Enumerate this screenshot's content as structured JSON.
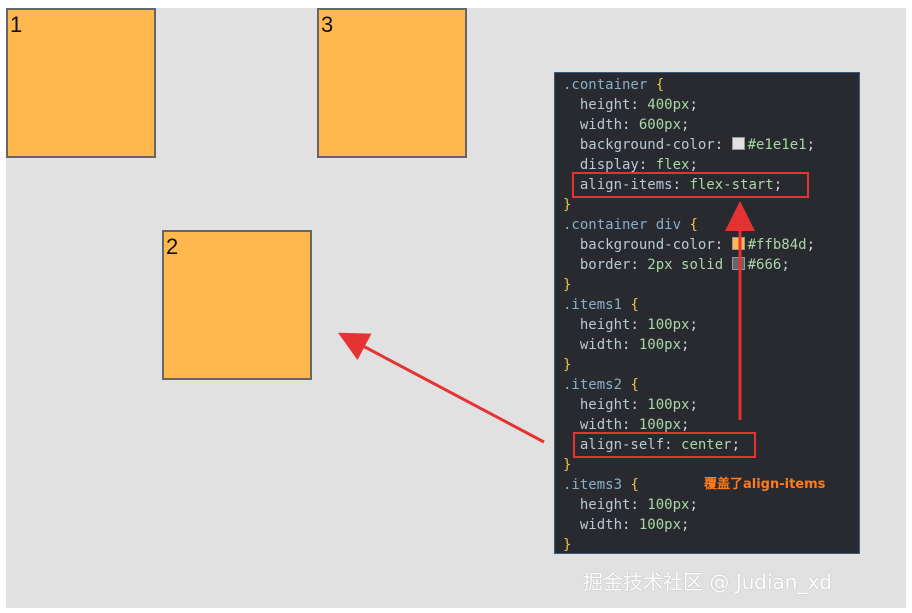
{
  "demo": {
    "items": [
      {
        "label": "1"
      },
      {
        "label": "2"
      },
      {
        "label": "3"
      }
    ],
    "background_color": "#e1e1e1",
    "item_color": "#ffb84d",
    "border_color": "#666"
  },
  "code": {
    "lines": [
      ".container {",
      "  height: 400px;",
      "  width: 600px;",
      "  background-color: #e1e1e1;",
      "  display: flex;",
      "  align-items: flex-start;",
      "}",
      ".container div {",
      "  background-color: #ffb84d;",
      "  border: 2px solid #666;",
      "}",
      ".items1 {",
      "  height: 100px;",
      "  width: 100px;",
      "}",
      ".items2 {",
      "  height: 100px;",
      "  width: 100px;",
      "  align-self: center;",
      "}",
      ".items3 {",
      "  height: 100px;",
      "  width: 100px;",
      "}"
    ]
  },
  "annotation": {
    "note": "覆盖了align-items",
    "highlight_color": "#e53232",
    "note_color": "#ff7a1a"
  },
  "watermark": "掘金技术社区 @ Judian_xd"
}
